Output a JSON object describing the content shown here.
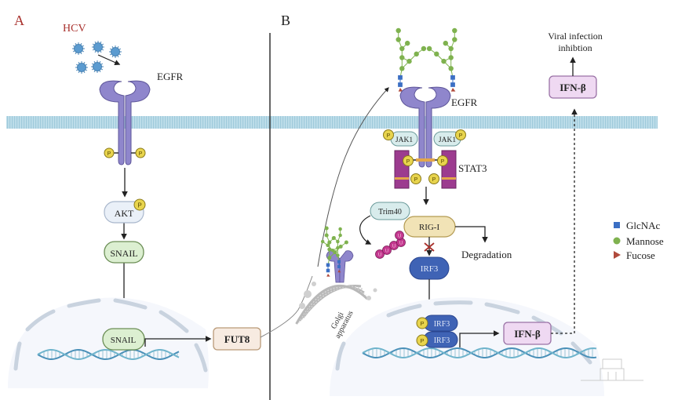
{
  "panels": {
    "a": {
      "label": "A",
      "virus_label": "HCV",
      "receptor_label": "EGFR",
      "nodes": {
        "akt": "AKT",
        "snail_cyto": "SNAIL",
        "snail_nuc": "SNAIL",
        "fut8": "FUT8"
      },
      "phospho": "P"
    },
    "b": {
      "label": "B",
      "receptor_label": "EGFR",
      "jak_left": "JAK1",
      "jak_right": "JAK1",
      "stat_label": "STAT3",
      "trim_label": "Trim40",
      "rig_label": "RIG-I",
      "degradation_label": "Degradation",
      "irf3_label": "IRF3",
      "irf3_dimer_top": "IRF3",
      "irf3_dimer_bottom": "IRF3",
      "ifn_nuclear": "IFN-β",
      "ifn_secreted": "IFN-β",
      "outcome_line1": "Viral infection",
      "outcome_line2": "inhibtion",
      "golgi_line1": "Golgi",
      "golgi_line2": "apparatus",
      "phospho": "P",
      "ubiquitin": "U"
    }
  },
  "legend": {
    "items": [
      {
        "label": "GlcNAc",
        "shape": "square",
        "color": "#3b6fc4"
      },
      {
        "label": "Mannose",
        "shape": "circle",
        "color": "#7fb24f"
      },
      {
        "label": "Fucose",
        "shape": "triangle",
        "color": "#b04a3c"
      }
    ]
  },
  "colors": {
    "membrane": "#b7d8e6",
    "receptor": "#8f86cc",
    "phospho": "#e8d44d",
    "accent_red": "#a8302c",
    "stat": "#9c3b8f",
    "irf3": "#3f63b5"
  }
}
